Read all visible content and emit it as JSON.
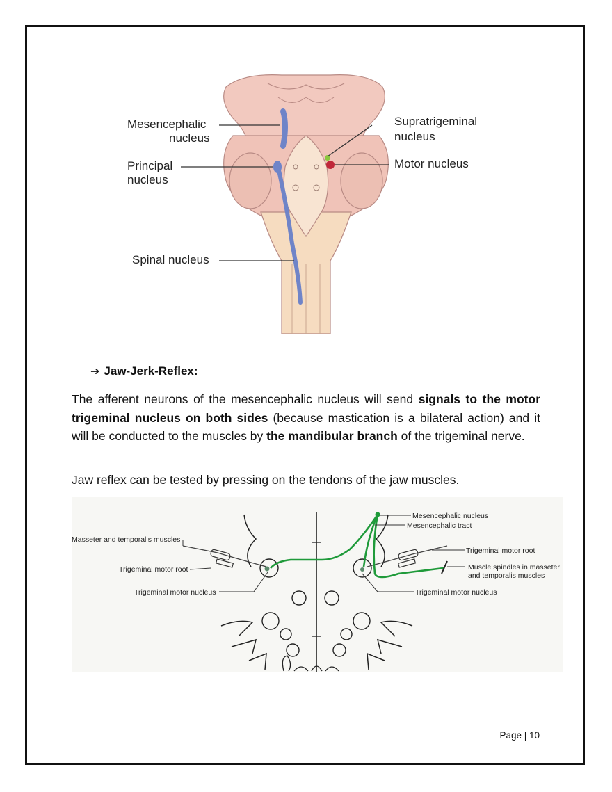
{
  "figure_top": {
    "labels": {
      "mesencephalic_1": "Mesencephalic",
      "mesencephalic_2": "nucleus",
      "principal_1": "Principal",
      "principal_2": "nucleus",
      "spinal": "Spinal nucleus",
      "supratrigeminal_1": "Supratrigeminal",
      "supratrigeminal_2": "nucleus",
      "motor": "Motor nucleus"
    },
    "colors": {
      "brainstem": "#f2c9bf",
      "nucleus_blue": "#6f84c8",
      "motor_red": "#c0283a",
      "supra_green": "#8cc63f",
      "medulla": "#f6dcc0"
    }
  },
  "section": {
    "arrow_icon": "➔",
    "heading": "Jaw-Jerk-Reflex:"
  },
  "paragraph1": {
    "t1": "The afferent neurons of the mesencephalic nucleus will send ",
    "b1": "signals to the motor trigeminal nucleus on both sides",
    "t2": " (because mastication is a bilateral action) and it will be conducted to the muscles by ",
    "b2": "the mandibular branch",
    "t3": " of the trigeminal nerve."
  },
  "paragraph2": "Jaw reflex can be tested by pressing on the tendons of the jaw muscles.",
  "figure_bottom": {
    "labels": {
      "mes_nucleus": "Mesencephalic nucleus",
      "mes_tract": "Mesencephalic tract",
      "masseter": "Masseter and temporalis muscles",
      "root_left": "Trigeminal motor root",
      "root_right": "Trigeminal motor root",
      "nucleus_left": "Trigeminal motor nucleus",
      "nucleus_right": "Trigeminal motor nucleus",
      "spindles_1": "Muscle spindles in masseter",
      "spindles_2": "and temporalis muscles"
    },
    "colors": {
      "pathway": "#1f9a3a",
      "outline": "#222222"
    }
  },
  "footer": {
    "page_label": "Page | 10"
  }
}
